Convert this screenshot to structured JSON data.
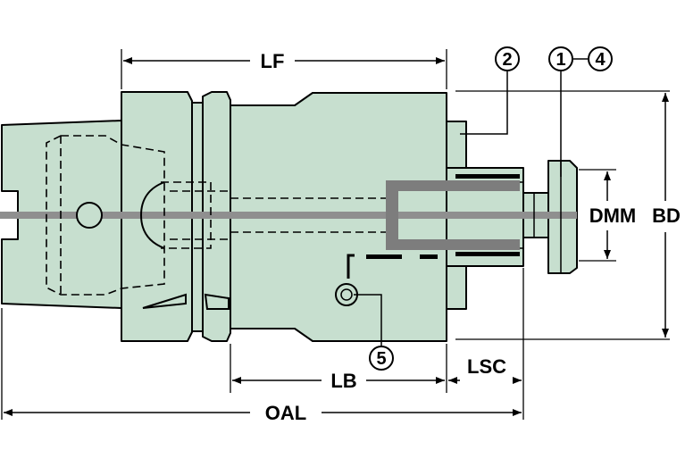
{
  "dimensions": {
    "lf": "LF",
    "oal": "OAL",
    "lb": "LB",
    "lsc": "LSC",
    "dmm": "DMM",
    "bd": "BD"
  },
  "callouts": {
    "c1": "1",
    "c2": "2",
    "c4": "4",
    "c5": "5"
  },
  "colors": {
    "body": "#c7dfcf",
    "centerline": "#8f8f8f",
    "stroke": "#000000"
  }
}
